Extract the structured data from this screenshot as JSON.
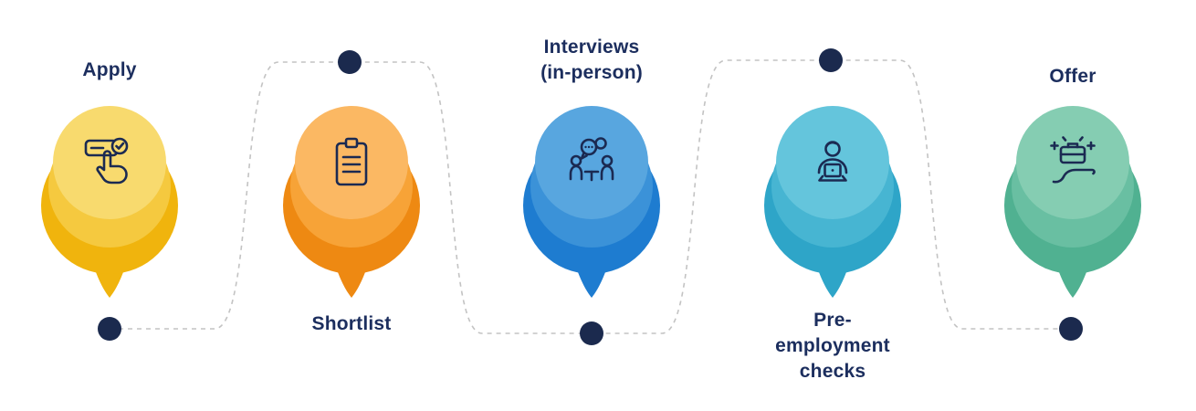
{
  "diagram": {
    "type": "process-flow",
    "colors": {
      "icon": "#1b2a52",
      "dot": "#1b2a4e",
      "text": "#1c2e5e",
      "connector": "#c3c3c3",
      "background": "#ffffff"
    },
    "steps": [
      {
        "label": "Apply",
        "label_position": "top",
        "icon": "apply-form-check-hand-icon",
        "light_color": "#F8DA6E",
        "mid_color": "#F5C93F",
        "dark_color": "#F0B40D"
      },
      {
        "label": "Shortlist",
        "label_position": "bottom",
        "icon": "clipboard-icon",
        "light_color": "#FBB863",
        "mid_color": "#F7A337",
        "dark_color": "#EE8912"
      },
      {
        "label": "Interviews\n(in-person)",
        "label_position": "top",
        "icon": "interview-people-icon",
        "light_color": "#58A6DF",
        "mid_color": "#3B92D8",
        "dark_color": "#1E7CD0"
      },
      {
        "label": "Pre-\nemployment\nchecks",
        "label_position": "bottom",
        "icon": "person-laptop-icon",
        "light_color": "#64C5DC",
        "mid_color": "#47B5D2",
        "dark_color": "#2EA5C8"
      },
      {
        "label": "Offer",
        "label_position": "top",
        "icon": "hand-briefcase-icon",
        "light_color": "#85CDB2",
        "mid_color": "#69BFA2",
        "dark_color": "#50B191"
      }
    ]
  }
}
